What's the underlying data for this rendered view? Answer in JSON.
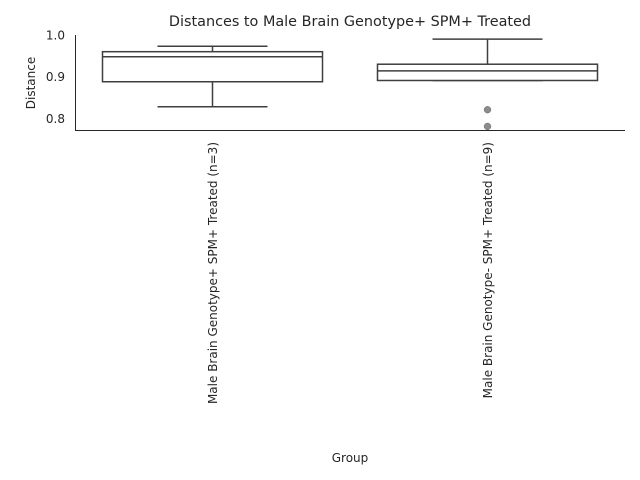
{
  "chart_data": {
    "type": "box",
    "title": "Distances to Male Brain Genotype+ SPM+ Treated",
    "xlabel": "Group",
    "ylabel": "Distance",
    "ylim": [
      0.77,
      1.0
    ],
    "yticks": [
      "0.8",
      "0.9",
      "1.0"
    ],
    "ytick_values": [
      0.8,
      0.9,
      1.0
    ],
    "grid": false,
    "colors": {
      "box_edge": "#3f3f3f",
      "flier": "#8c8c8c",
      "spine": "#262626"
    },
    "categories": [
      "Male Brain Genotype+ SPM+ Treated (n=3)",
      "Male Brain Genotype- SPM+ Treated (n=9)"
    ],
    "boxes": [
      {
        "q1": 0.888,
        "median": 0.948,
        "q3": 0.96,
        "whislo": 0.828,
        "whishi": 0.973,
        "fliers": []
      },
      {
        "q1": 0.891,
        "median": 0.914,
        "q3": 0.93,
        "whislo": 0.891,
        "whishi": 0.99,
        "fliers": [
          0.821,
          0.781
        ]
      }
    ]
  }
}
